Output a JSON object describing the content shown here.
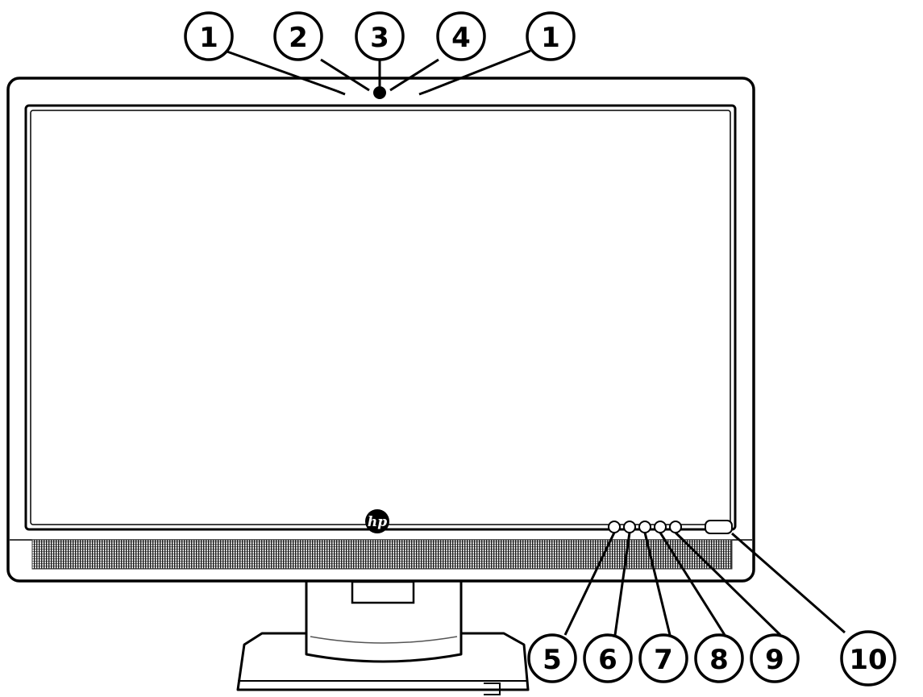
{
  "diagram": {
    "logo_text": "hp",
    "callouts": [
      {
        "id": "1-left",
        "label": "1"
      },
      {
        "id": "2",
        "label": "2"
      },
      {
        "id": "3",
        "label": "3"
      },
      {
        "id": "4",
        "label": "4"
      },
      {
        "id": "1-right",
        "label": "1"
      },
      {
        "id": "5",
        "label": "5"
      },
      {
        "id": "6",
        "label": "6"
      },
      {
        "id": "7",
        "label": "7"
      },
      {
        "id": "8",
        "label": "8"
      },
      {
        "id": "9",
        "label": "9"
      },
      {
        "id": "10",
        "label": "10"
      }
    ],
    "colors": {
      "line": "#000000",
      "body": "#ffffff",
      "stand": "#ffffff"
    }
  }
}
